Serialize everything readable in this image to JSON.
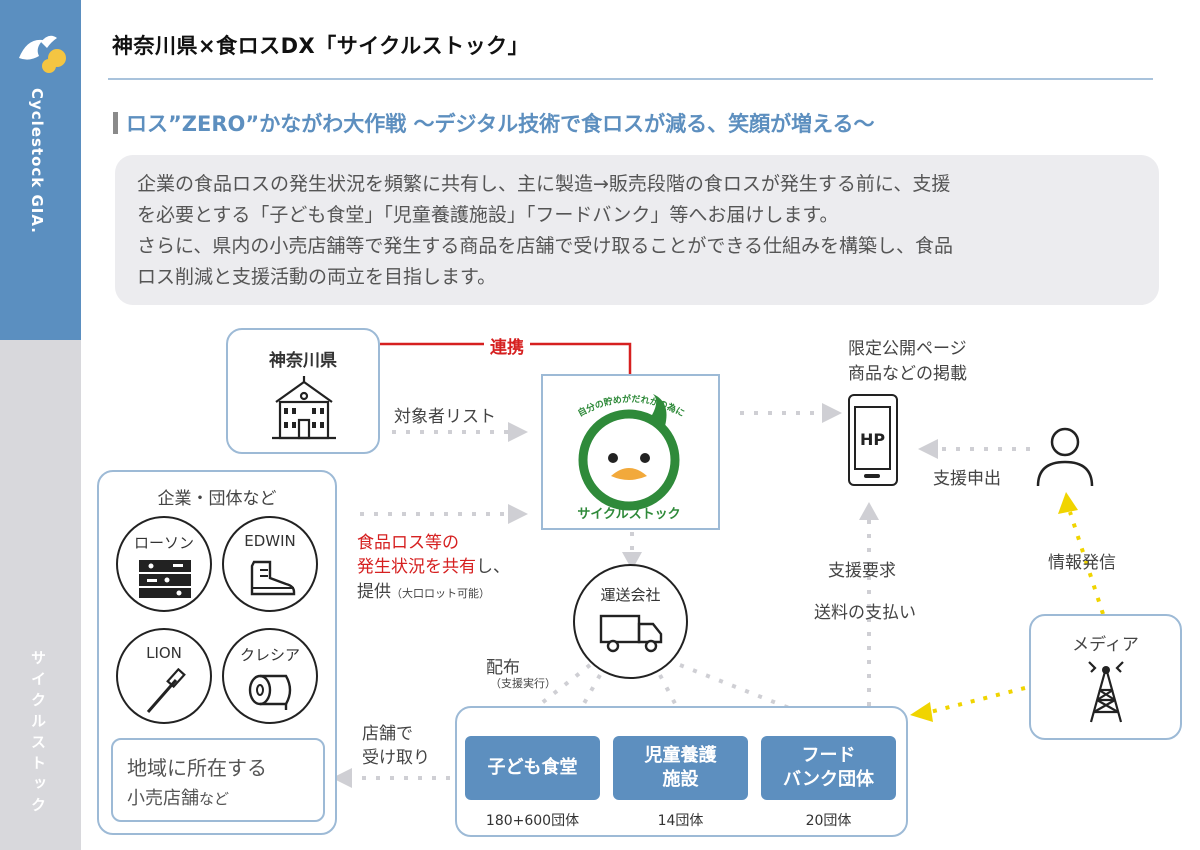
{
  "sidebar": {
    "brand": "Cyclestock GIA.",
    "app": "サイクルストック"
  },
  "header": {
    "title": "神奈川県×食ロスDX「サイクルストック」",
    "subtitle": "ロス”ZERO”かながわ大作戦 〜デジタル技術で食ロスが減る、笑顔が増える〜"
  },
  "intro": {
    "lines": [
      "企業の食品ロスの発生状況を頻繁に共有し、主に製造→販売段階の食ロスが発生する前に、支援",
      "を必要とする「子ども食堂」「児童養護施設」「フードバンク」等へお届けします。",
      "さらに、県内の小売店舗等で発生する商品を店舗で受け取ることができる仕組みを構築し、食品",
      "ロス削減と支援活動の両立を目指します。"
    ]
  },
  "diagram": {
    "kanagawa": "神奈川県",
    "renkei": "連携",
    "taishosha": "対象者リスト",
    "logo_arc": "自分の貯めがだれかの為に",
    "logo_name": "サイクルストック",
    "hp_label1": "限定公開ページ",
    "hp_label2": "商品などの掲載",
    "hp_icon": "HP",
    "shien_moushide": "支援申出",
    "joho_hasshin": "情報発信",
    "media": "メディア",
    "shien_yokyu": "支援要求",
    "soryo": "送料の支払い",
    "companies_title": "企業・団体など",
    "companies": [
      "ローソン",
      "EDWIN",
      "LION",
      "クレシア"
    ],
    "share_red1": "食品ロス等の",
    "share_red2": "発生状況を共有",
    "share_suffix": "し、",
    "teikyo": "提供",
    "teikyo_note": "（大口ロット可能）",
    "unso": "運送会社",
    "haifu": "配布",
    "haifu_note": "（支援実行）",
    "tenpo1": "店舗で",
    "tenpo2": "受け取り",
    "local_shop1": "地域に所在する",
    "local_shop2": "小売店舗",
    "local_shop_suffix": "など",
    "recipients": [
      {
        "line1": "子ども食堂",
        "line2": "",
        "count": "180+600団体"
      },
      {
        "line1": "児童養護",
        "line2": "施設",
        "count": "14団体"
      },
      {
        "line1": "フード",
        "line2": "バンク団体",
        "count": "20団体"
      }
    ]
  },
  "colors": {
    "accent": "#5d8fbf",
    "red": "#d62020",
    "yellow": "#f0d400",
    "logo_green": "#2f8a3a"
  }
}
